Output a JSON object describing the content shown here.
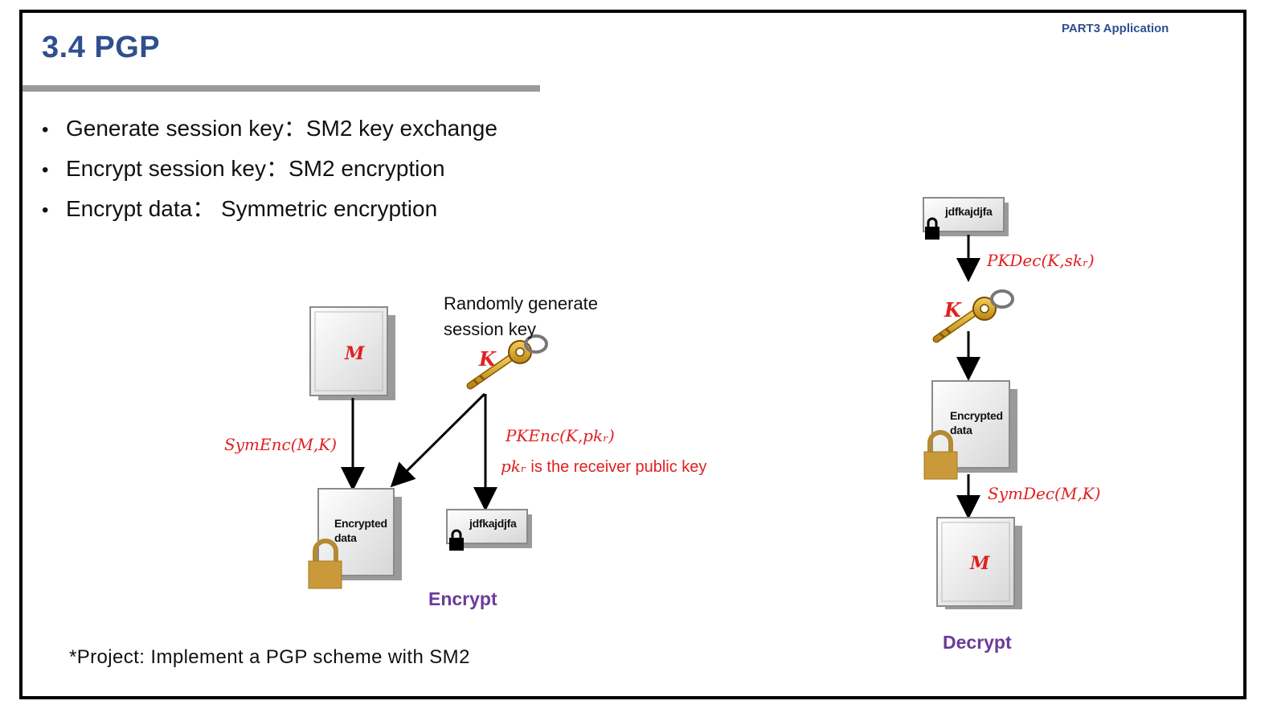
{
  "header": {
    "title": "3.4  PGP",
    "part_label": "PART3  Application"
  },
  "bullets": [
    {
      "label": "Generate session key：SM2 key exchange"
    },
    {
      "label": "Encrypt session key：SM2 encryption"
    },
    {
      "label": "Encrypt data：  Symmetric encryption"
    }
  ],
  "encrypt": {
    "doc_label": "M",
    "random_key_line1": "Randomly generate",
    "random_key_line2": "session key",
    "key_label": "K",
    "sym_formula": "SymEnc(M,K)",
    "pk_formula": "PKEnc(K,pkᵣ)",
    "pk_var": "pkᵣ",
    "pk_note": " is the receiver public key",
    "encrypted_line1": "Encrypted",
    "encrypted_line2": "data",
    "cipher_text": "jdfkajdjfa",
    "caption": "Encrypt"
  },
  "decrypt": {
    "cipher_text": "jdfkajdjfa",
    "pk_formula": "PKDec(K,skᵣ)",
    "key_label": "K",
    "encrypted_line1": "Encrypted",
    "encrypted_line2": "data",
    "sym_formula": "SymDec(M,K)",
    "doc_label": "M",
    "caption": "Decrypt"
  },
  "footer": {
    "project": "*Project: Implement a PGP scheme with SM2"
  },
  "colors": {
    "title": "#2f4f8f",
    "formula": "#e02020",
    "caption": "#6a3b9c",
    "rule": "#9a9a9a",
    "lock_gold": "#c9993a",
    "key_gold": "#e0a722"
  },
  "icons": [
    "document-icon",
    "key-icon",
    "padlock-icon",
    "small-padlock-icon",
    "arrow-icon"
  ]
}
